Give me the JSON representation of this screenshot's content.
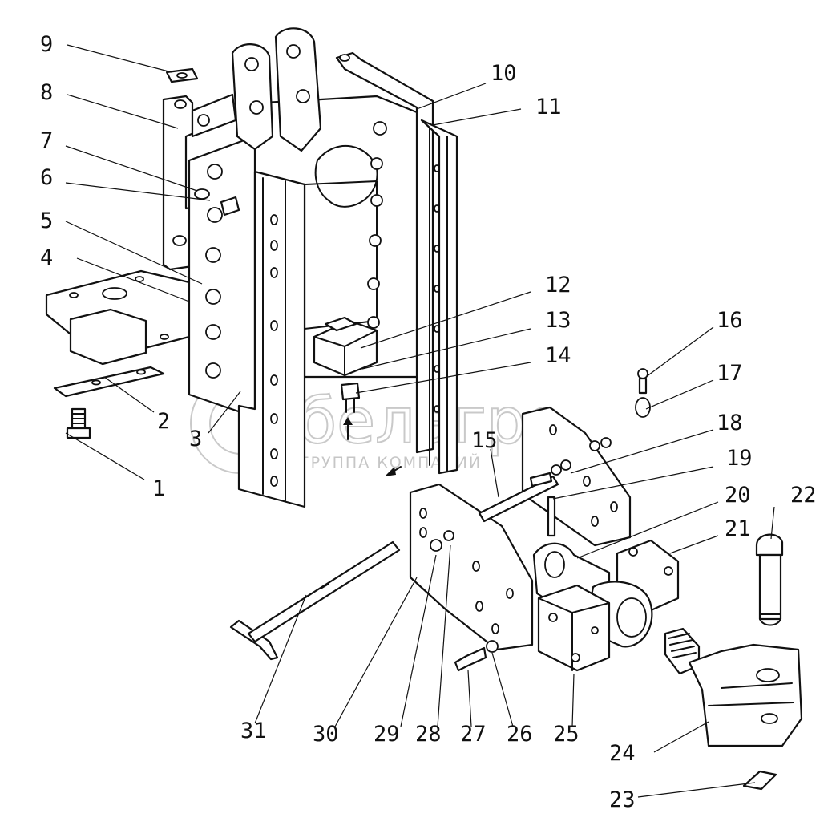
{
  "watermark": {
    "brand": "белагро",
    "subtitle": "ГРУППА КОМПАНИЙ"
  },
  "callouts": [
    {
      "id": "1",
      "label": "1"
    },
    {
      "id": "2",
      "label": "2"
    },
    {
      "id": "3",
      "label": "3"
    },
    {
      "id": "4",
      "label": "4"
    },
    {
      "id": "5",
      "label": "5"
    },
    {
      "id": "6",
      "label": "6"
    },
    {
      "id": "7",
      "label": "7"
    },
    {
      "id": "8",
      "label": "8"
    },
    {
      "id": "9",
      "label": "9"
    },
    {
      "id": "10",
      "label": "10"
    },
    {
      "id": "11",
      "label": "11"
    },
    {
      "id": "12",
      "label": "12"
    },
    {
      "id": "13",
      "label": "13"
    },
    {
      "id": "14",
      "label": "14"
    },
    {
      "id": "15",
      "label": "15"
    },
    {
      "id": "16",
      "label": "16"
    },
    {
      "id": "17",
      "label": "17"
    },
    {
      "id": "18",
      "label": "18"
    },
    {
      "id": "19",
      "label": "19"
    },
    {
      "id": "20",
      "label": "20"
    },
    {
      "id": "21",
      "label": "21"
    },
    {
      "id": "22",
      "label": "22"
    },
    {
      "id": "23",
      "label": "23"
    },
    {
      "id": "24",
      "label": "24"
    },
    {
      "id": "25",
      "label": "25"
    },
    {
      "id": "26",
      "label": "26"
    },
    {
      "id": "27",
      "label": "27"
    },
    {
      "id": "28",
      "label": "28"
    },
    {
      "id": "29",
      "label": "29"
    },
    {
      "id": "30",
      "label": "30"
    },
    {
      "id": "31",
      "label": "31"
    }
  ]
}
